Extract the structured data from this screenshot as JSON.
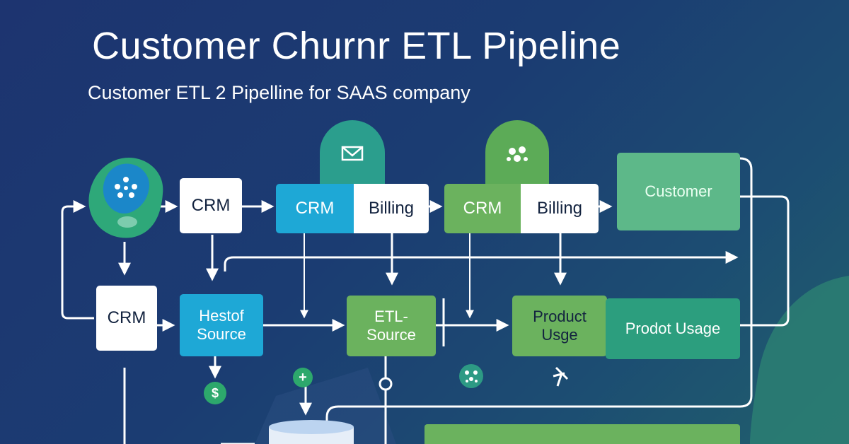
{
  "header": {
    "title": "Customer Churnr ETL Pipeline",
    "subtitle": "Customer ETL 2 Pipelline for SAAS company"
  },
  "nodes": {
    "crm_top": "CRM",
    "crm_blue": "CRM",
    "billing_1": "Billing",
    "crm_green": "CRM",
    "billing_2": "Billing",
    "customer": "Customer",
    "crm_mid": "CRM",
    "hestof_source": "Hestof\nSource",
    "etl_source": "ETL-\nSource",
    "product_usage_1": "Product\nUsge",
    "product_usage_2": "Prodot Usage"
  },
  "icons": {
    "source_node": "network-hub-icon",
    "mail_tab": "envelope-icon",
    "people_tab": "people-icon",
    "dollar": "dollar-icon",
    "plus": "plus-icon",
    "network": "network-icon",
    "pin": "pin-icon",
    "database": "database-icon"
  },
  "colors": {
    "background": "#1c3b72",
    "blue_node": "#1ea8d6",
    "green_node": "#6bb25e",
    "teal_node": "#5db889",
    "dark_teal": "#2c9e7e"
  }
}
